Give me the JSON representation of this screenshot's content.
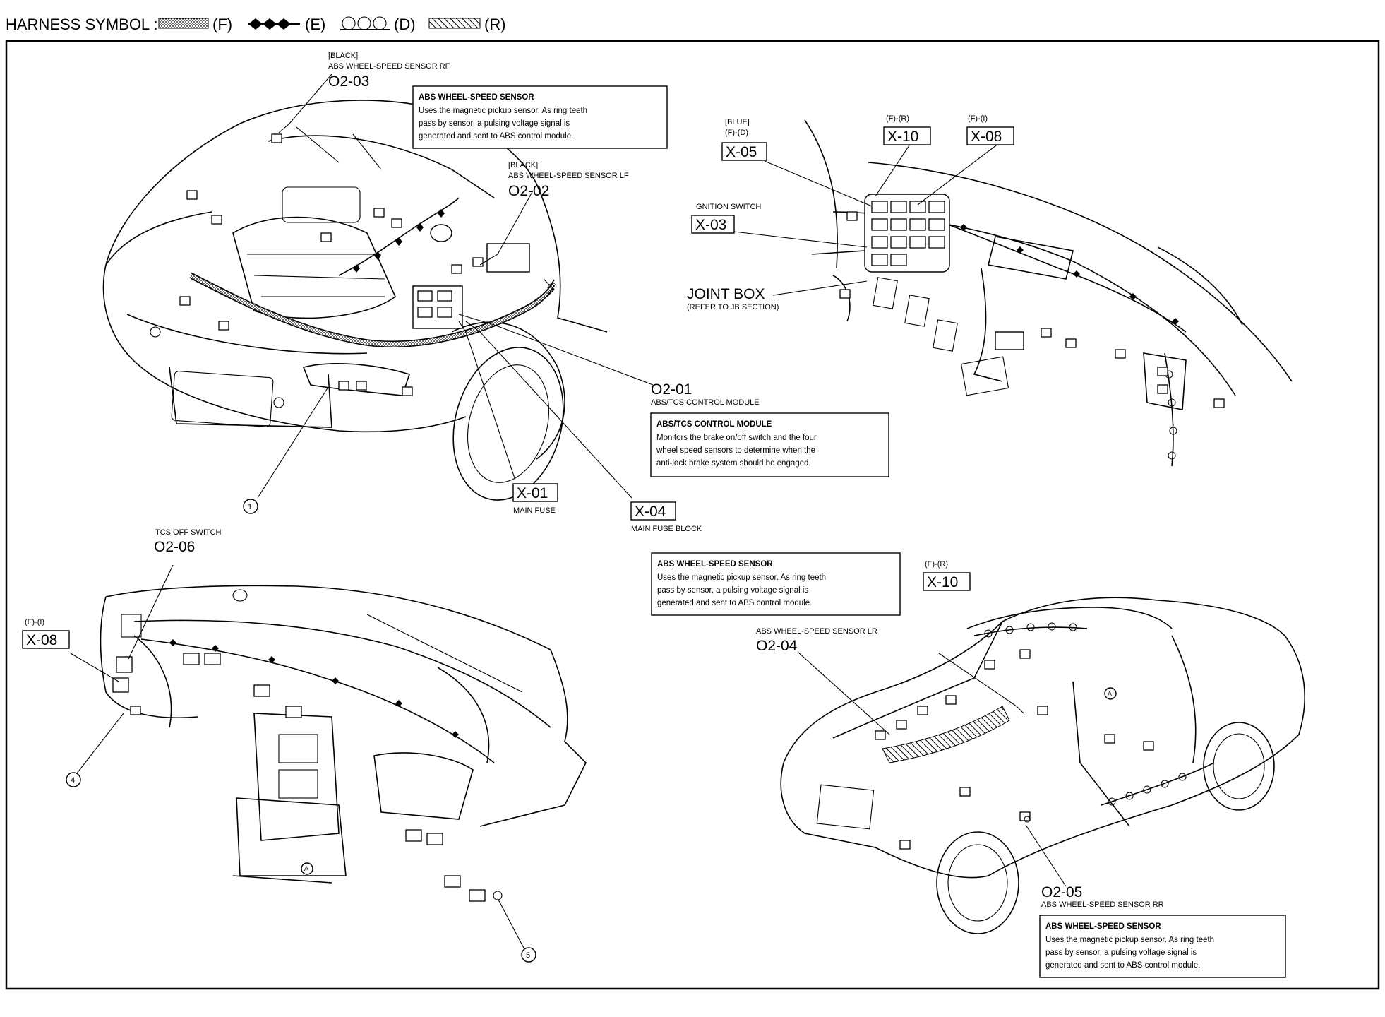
{
  "header": {
    "title": "HARNESS SYMBOL :",
    "symbols": [
      {
        "code": "(F)"
      },
      {
        "code": "(E)"
      },
      {
        "code": "(D)"
      },
      {
        "code": "(R)"
      }
    ]
  },
  "callouts": {
    "rf": {
      "color": "[BLACK]",
      "name": "ABS WHEEL-SPEED SENSOR RF",
      "code": "O2-03"
    },
    "lf": {
      "color": "[BLACK]",
      "name": "ABS WHEEL-SPEED SENSOR LF",
      "code": "O2-02"
    },
    "module": {
      "code": "O2-01",
      "name": "ABS/TCS CONTROL MODULE"
    },
    "main_fuse": {
      "code": "X-01",
      "name": "MAIN FUSE"
    },
    "main_fuse_block": {
      "code": "X-04",
      "name": "MAIN FUSE BLOCK"
    },
    "x05": {
      "color": "[BLUE]",
      "harness": "(F)-(D)",
      "code": "X-05"
    },
    "x10_top": {
      "harness": "(F)-(R)",
      "code": "X-10"
    },
    "x08_top": {
      "harness": "(F)-(I)",
      "code": "X-08"
    },
    "ignition": {
      "name": "IGNITION SWITCH",
      "code": "X-03"
    },
    "joint_box": {
      "name": "JOINT BOX",
      "note": "(REFER TO JB SECTION)"
    },
    "tcs_off": {
      "name": "TCS OFF SWITCH",
      "code": "O2-06"
    },
    "x08_bottom": {
      "harness": "(F)-(I)",
      "code": "X-08"
    },
    "x10_bottom": {
      "harness": "(F)-(R)",
      "code": "X-10"
    },
    "lr": {
      "name": "ABS WHEEL-SPEED SENSOR LR",
      "code": "O2-04"
    },
    "rr": {
      "code": "O2-05",
      "name": "ABS WHEEL-SPEED SENSOR RR"
    }
  },
  "markers": {
    "m1": "1",
    "m4": "4",
    "m5": "5",
    "a1": "A",
    "a2": "A"
  },
  "info_boxes": {
    "sensor_top": {
      "title": "ABS WHEEL-SPEED SENSOR",
      "lines": [
        "Uses the magnetic pickup sensor. As ring teeth",
        "pass by sensor, a pulsing voltage signal is",
        "generated and sent to ABS control module."
      ]
    },
    "module": {
      "title": "ABS/TCS CONTROL MODULE",
      "lines": [
        "Monitors the brake on/off switch and the four",
        "wheel speed sensors to determine when the",
        "anti-lock brake system should be engaged."
      ]
    },
    "sensor_mid": {
      "title": "ABS WHEEL-SPEED SENSOR",
      "lines": [
        "Uses the magnetic pickup sensor. As ring teeth",
        "pass by sensor, a pulsing voltage signal is",
        "generated and sent to ABS control module."
      ]
    },
    "sensor_bottom": {
      "title": "ABS WHEEL-SPEED SENSOR",
      "lines": [
        "Uses the magnetic pickup sensor. As ring teeth",
        "pass by sensor, a pulsing voltage signal is",
        "generated and sent to ABS control module."
      ]
    }
  }
}
